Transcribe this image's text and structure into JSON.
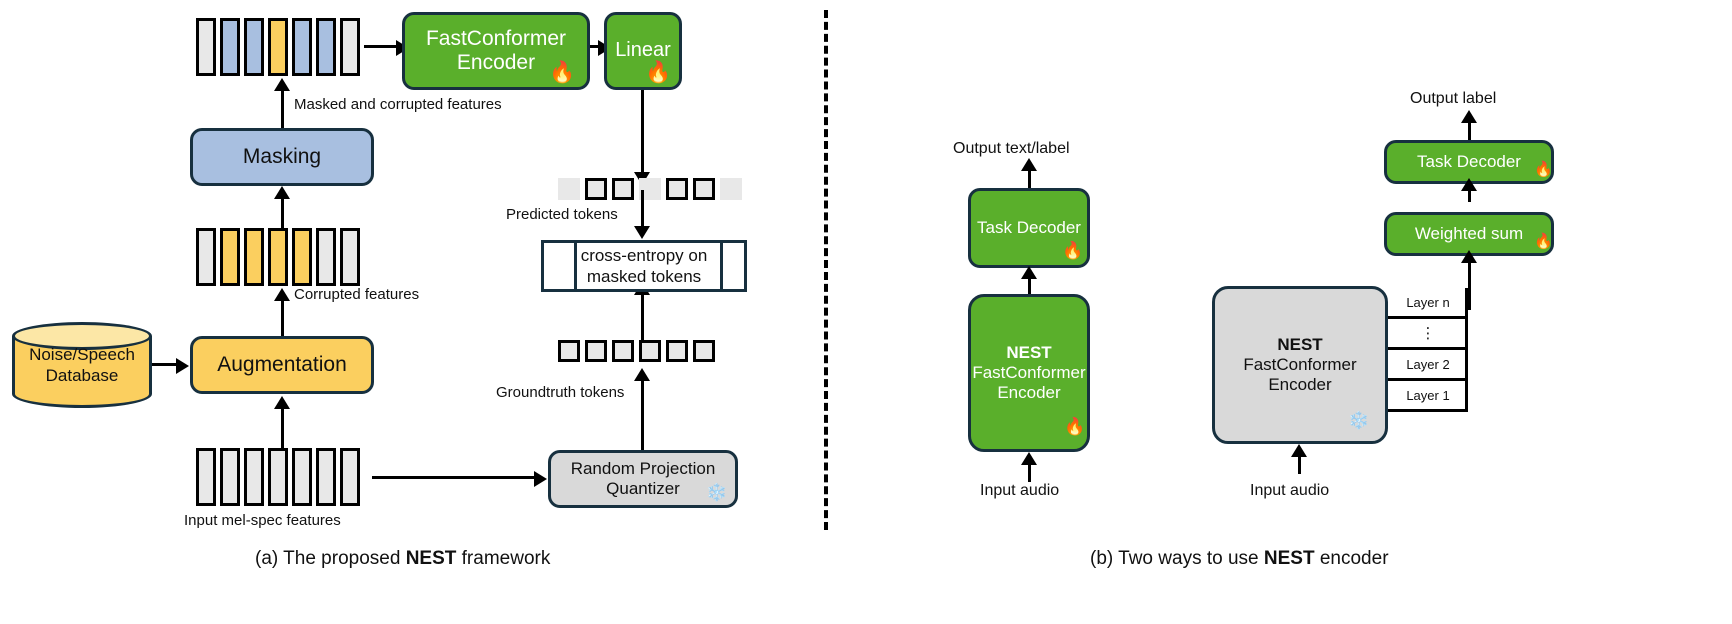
{
  "figure": {
    "title_a": "(a) The proposed NEST framework",
    "title_b": "(b) Two ways to use NEST encoder",
    "caption_a_prefix": "(a) The proposed ",
    "caption_a_bold": "NEST",
    "caption_a_suffix": " framework",
    "caption_b_prefix": "(b) Two ways to use ",
    "caption_b_bold": "NEST",
    "caption_b_suffix": " encoder"
  },
  "colors": {
    "green": "#5aaf2b",
    "blue": "#a8bfe0",
    "yellow": "#fbcf5f",
    "grey": "#d9d9d9",
    "outline": "#17303f",
    "token_grey": "#e8e8e8",
    "fire": "#ff8c00",
    "snow": "#7ec8ef"
  },
  "panel_a": {
    "nodes": {
      "masking": "Masking",
      "augmentation": "Augmentation",
      "fastconformer_encoder": "FastConformer\nEncoder",
      "fastconformer_encoder_line1": "FastConformer",
      "fastconformer_encoder_line2": "Encoder",
      "linear": "Linear",
      "random_projection_quantizer_line1": "Random Projection",
      "random_projection_quantizer_line2": "Quantizer",
      "cross_entropy_line1": "cross-entropy on",
      "cross_entropy_line2": "masked tokens",
      "database_line1": "Noise/Speech",
      "database_line2": "Database"
    },
    "labels": {
      "masked_corrupted": "Masked and corrupted features",
      "corrupted": "Corrupted features",
      "input_melspec": "Input mel-spec features",
      "predicted_tokens": "Predicted tokens",
      "groundtruth_tokens": "Groundtruth tokens"
    },
    "token_rows": {
      "masked_corrupted_features": [
        "grey",
        "blue",
        "blue",
        "yellow",
        "blue",
        "blue",
        "grey"
      ],
      "corrupted_features": [
        "grey",
        "yellow",
        "yellow",
        "yellow",
        "yellow",
        "grey",
        "grey"
      ],
      "input_features": [
        "grey",
        "grey",
        "grey",
        "grey",
        "grey",
        "grey",
        "grey"
      ],
      "predicted_tokens": [
        "soft",
        "outline",
        "outline",
        "soft",
        "outline",
        "outline",
        "soft"
      ],
      "groundtruth_tokens": [
        "outline",
        "outline",
        "outline",
        "outline",
        "outline",
        "outline"
      ]
    },
    "icons": {
      "encoder_state": "fire-icon",
      "linear_state": "fire-icon",
      "quantizer_state": "snowflake-icon"
    }
  },
  "panel_b": {
    "left": {
      "output_label": "Output text/label",
      "task_decoder": "Task Decoder",
      "encoder_bold": "NEST",
      "encoder_line2": "FastConformer",
      "encoder_line3": "Encoder",
      "input_label": "Input audio",
      "decoder_state": "fire-icon",
      "encoder_state": "fire-icon"
    },
    "right": {
      "output_label": "Output label",
      "task_decoder": "Task Decoder",
      "weighted_sum": "Weighted sum",
      "encoder_bold": "NEST",
      "encoder_line2": "FastConformer",
      "encoder_line3": "Encoder",
      "input_label": "Input audio",
      "decoder_state": "fire-icon",
      "weighted_sum_state": "fire-icon",
      "encoder_state": "snowflake-icon",
      "layers": [
        "Layer n",
        "⋮",
        "Layer 2",
        "Layer 1"
      ]
    }
  }
}
